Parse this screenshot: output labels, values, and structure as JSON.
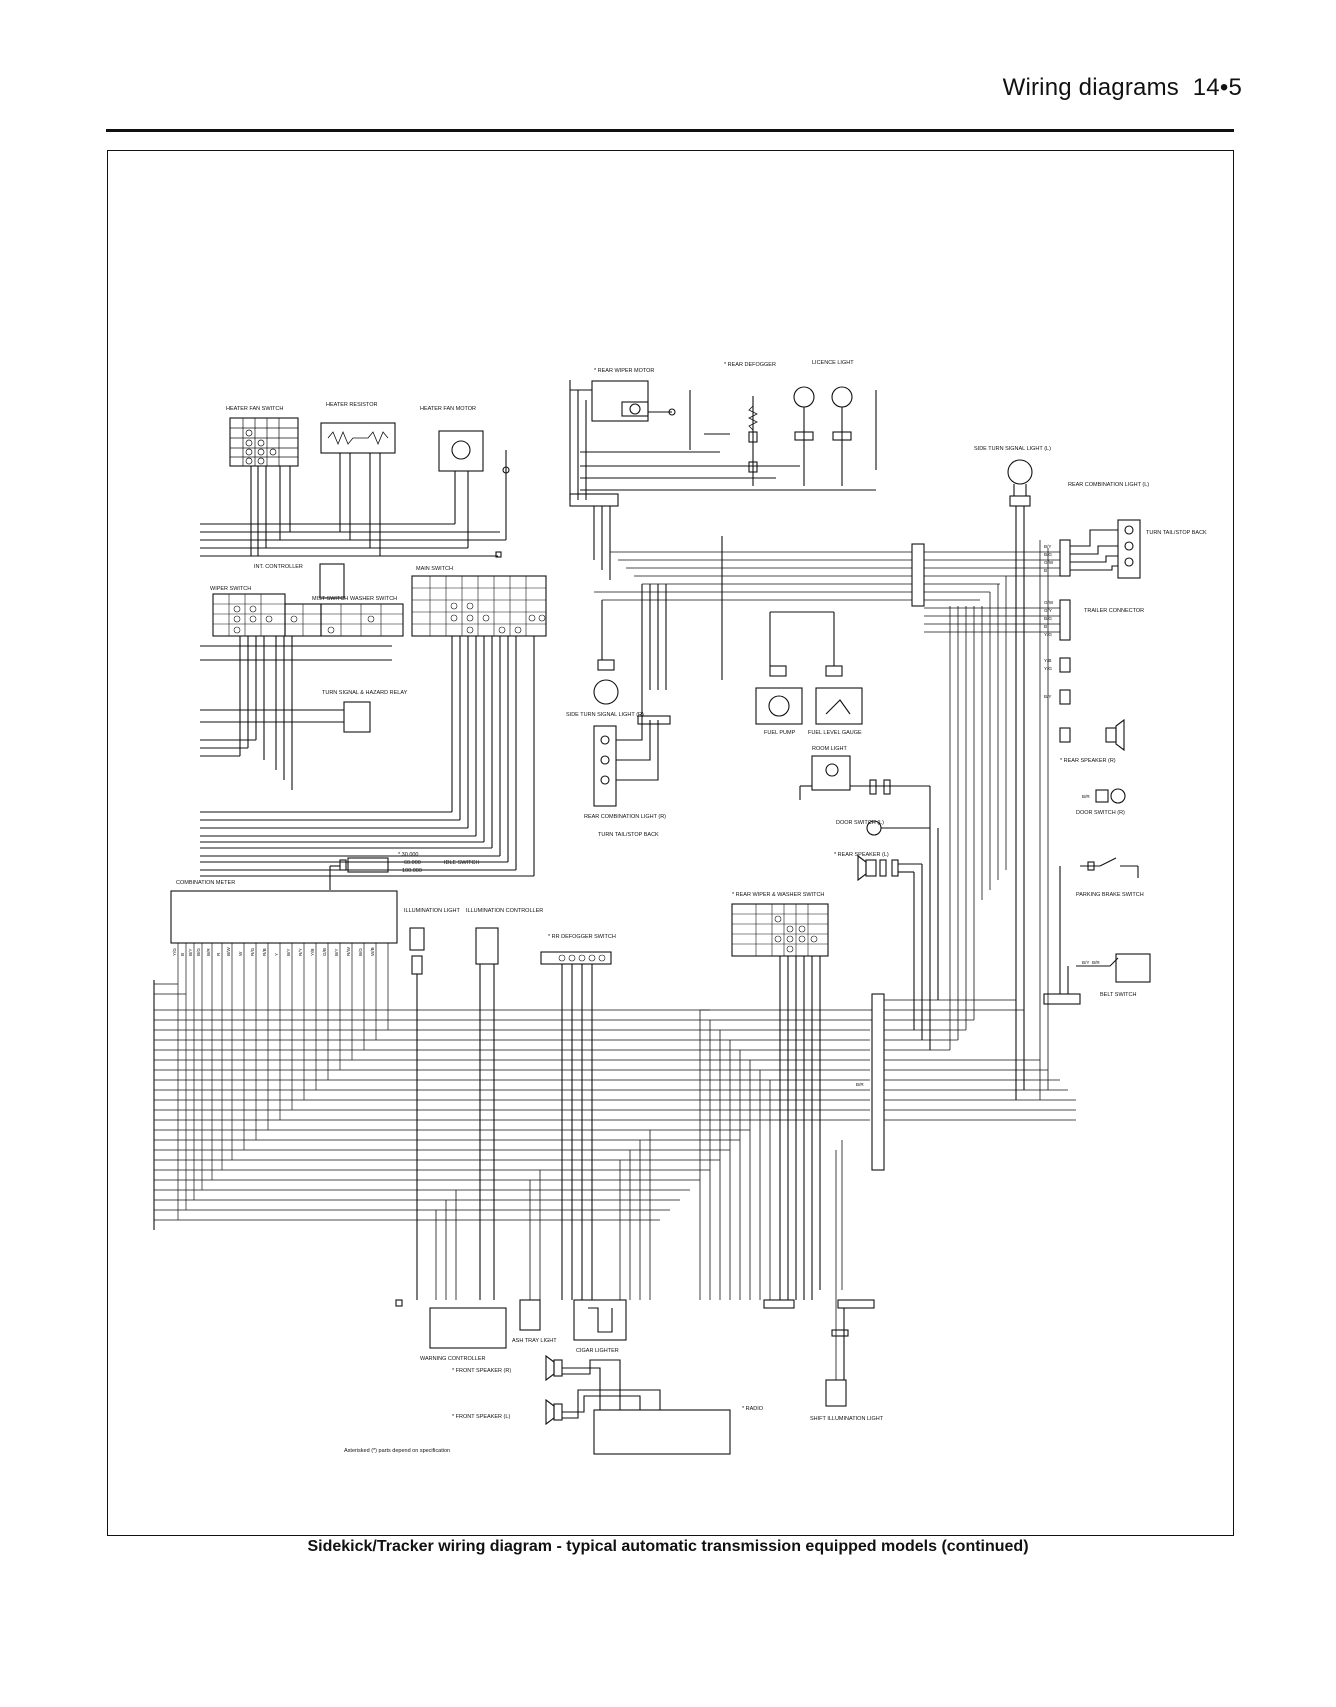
{
  "header": {
    "title": "Wiring diagrams",
    "page": "14•5"
  },
  "caption": "Sidekick/Tracker wiring diagram - typical automatic transmission equipped models (continued)",
  "components": {
    "heater_fan_switch": "HEATER FAN SWITCH",
    "heater_resistor": "HEATER RESISTOR",
    "heater_fan_motor": "HEATER FAN MOTOR",
    "rear_wiper_motor": "* REAR WIPER MOTOR",
    "rear_defogger": "* REAR DEFOGGER",
    "licence_light": "LICENCE LIGHT",
    "side_turn_signal_light_l": "SIDE TURN SIGNAL LIGHT (L)",
    "rear_combination_light_l": "REAR COMBINATION LIGHT (L)",
    "turn_tail_stop_back_l": "TURN TAIL/STOP BACK",
    "trailer_connector": "TRAILER CONNECTOR",
    "int_controller": "INT. CONTROLLER",
    "wiper_switch": "WIPER SWITCH",
    "mist_switch": "MIST SWITCH",
    "washer_switch": "WASHER SWITCH",
    "main_switch": "MAIN SWITCH",
    "turn_hazard_relay": "TURN SIGNAL & HAZARD RELAY",
    "side_turn_signal_light_r": "SIDE TURN SIGNAL LIGHT (R)",
    "fuel_pump": "FUEL PUMP",
    "fuel_level_gauge": "FUEL LEVEL GAUGE",
    "room_light": "ROOM LIGHT",
    "rear_speaker_r": "* REAR SPEAKER (R)",
    "door_switch_r": "DOOR SWITCH (R)",
    "door_switch_l": "DOOR SWITCH (L)",
    "rear_speaker_l": "* REAR SPEAKER (L)",
    "rear_combination_light_r": "REAR COMBINATION LIGHT (R)",
    "turn_tail_stop_back_r": "TURN TAIL/STOP BACK",
    "idle_switch": "IDLE SWITCH",
    "idle_values": [
      "* 30.000",
      "60.000",
      "100.000"
    ],
    "parking_brake_switch": "PARKING BRAKE SWITCH",
    "combination_meter": "COMBINATION METER",
    "illumination_light": "ILLUMINATION LIGHT",
    "illumination_controller": "ILLUMINATION CONTROLLER",
    "rr_defogger_switch": "* RR DEFOGGER SWITCH",
    "rear_wiper_washer_switch": "* REAR WIPER & WASHER SWITCH",
    "belt_switch": "BELT SWITCH",
    "warning_controller": "WARNING CONTROLLER",
    "ash_tray_light": "ASH TRAY LIGHT",
    "cigar_lighter": "CIGAR LIGHTER",
    "front_speaker_r": "* FRONT SPEAKER (R)",
    "front_speaker_l": "* FRONT SPEAKER (L)",
    "radio": "* RADIO",
    "shift_illumination_light": "SHIFT ILLUMINATION LIGHT",
    "footnote": "Asterisked (*) parts depend on specification"
  },
  "wire_codes": {
    "rear_combination_l": [
      "B/Y",
      "B/G",
      "G/W",
      "B"
    ],
    "trailer": [
      "G/W",
      "G/Y",
      "B/G",
      "B",
      "Y/G"
    ],
    "speaker_r": [
      "Y/B",
      "Y/G"
    ],
    "speaker_r2": [
      "B/Y"
    ],
    "room_light": [
      "B/R"
    ],
    "door_switch_r": [
      "B/R"
    ],
    "belt_switch": [
      "B/Y",
      "B/R"
    ],
    "meter": [
      "Y/G",
      "B",
      "B/Y",
      "B/G",
      "B/R",
      "R",
      "B/W",
      "W",
      "R/G",
      "R/B",
      "Y",
      "B/Y",
      "R/Y",
      "Y/B",
      "G/B",
      "B/Y",
      "R/W",
      "B/G",
      "W/B"
    ]
  },
  "colors": {
    "ink": "#111111",
    "paper": "#ffffff"
  }
}
